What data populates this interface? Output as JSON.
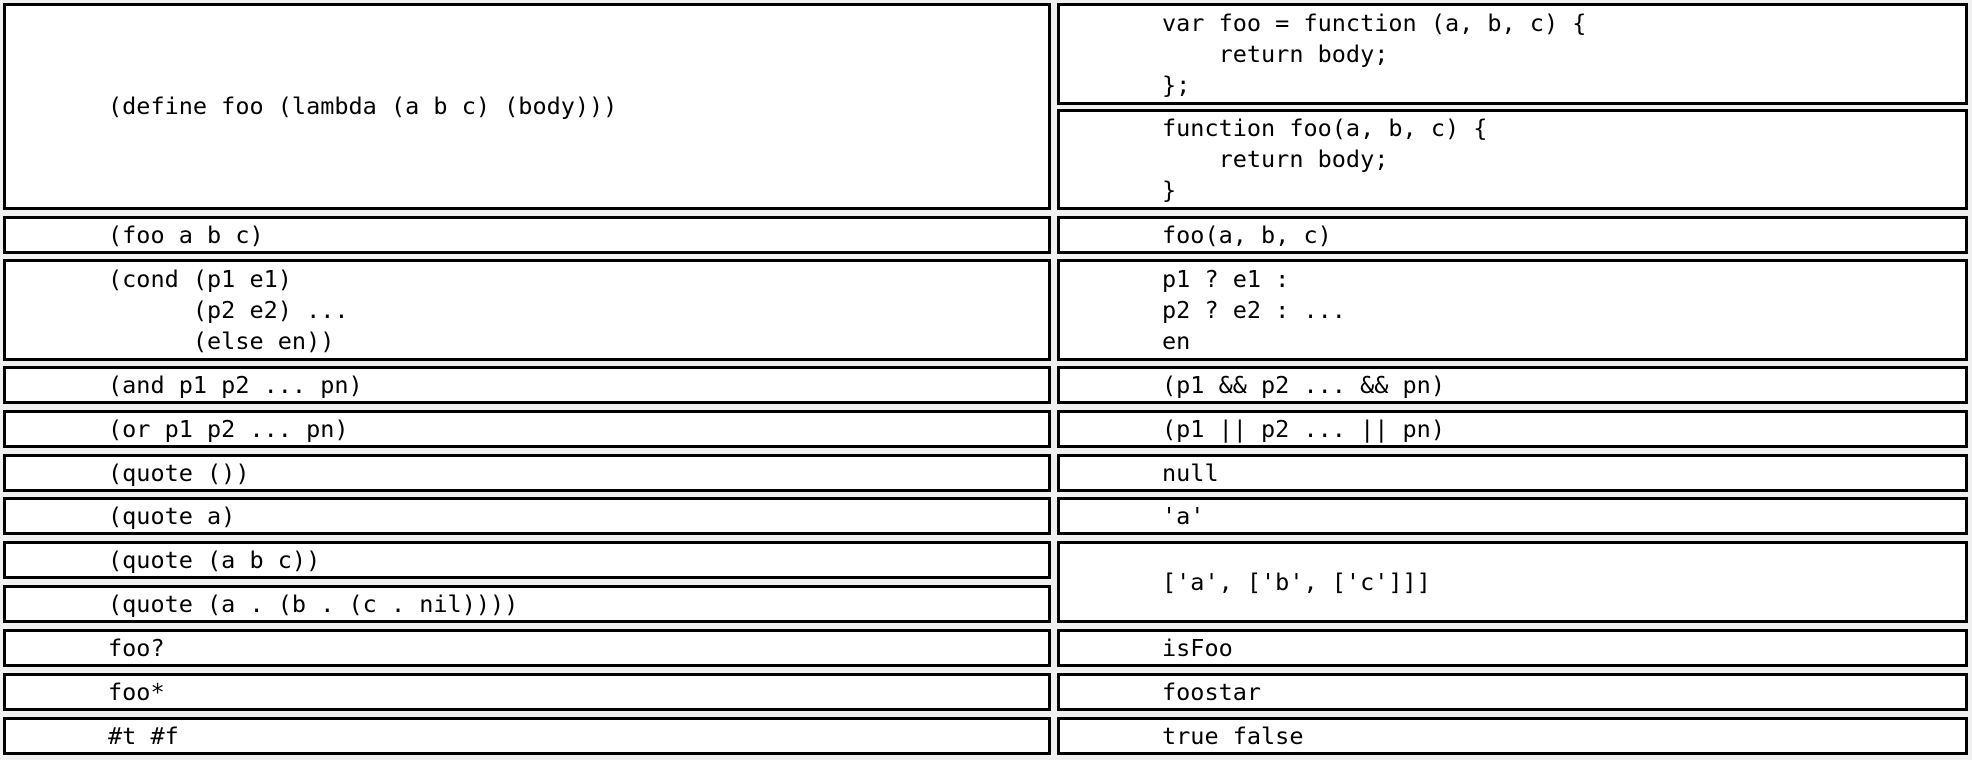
{
  "rows": [
    {
      "left": [
        "(define foo (lambda (a b c) (body)))"
      ],
      "right_a": [
        "var foo = function (a, b, c) {",
        "    return body;",
        "};"
      ],
      "right_b": [
        "function foo(a, b, c) {",
        "    return body;",
        "}"
      ]
    },
    {
      "left": [
        "(foo a b c)"
      ],
      "right": [
        "foo(a, b, c)"
      ]
    },
    {
      "left": [
        "(cond (p1 e1)",
        "      (p2 e2) ...",
        "      (else en))"
      ],
      "right": [
        "p1 ? e1 :",
        "p2 ? e2 : ...",
        "en"
      ]
    },
    {
      "left": [
        "(and p1 p2 ... pn)"
      ],
      "right": [
        "(p1 && p2 ... && pn)"
      ]
    },
    {
      "left": [
        "(or p1 p2 ... pn)"
      ],
      "right": [
        "(p1 || p2 ... || pn)"
      ]
    },
    {
      "left": [
        "(quote ())"
      ],
      "right": [
        "null"
      ]
    },
    {
      "left": [
        "(quote a)"
      ],
      "right": [
        "'a'"
      ]
    },
    {
      "left_a": [
        "(quote (a b c))"
      ],
      "left_b": [
        "(quote (a . (b . (c . nil))))"
      ],
      "right": [
        "['a', ['b', ['c']]]"
      ]
    },
    {
      "left": [
        "foo?"
      ],
      "right": [
        "isFoo"
      ]
    },
    {
      "left": [
        "foo*"
      ],
      "right": [
        "foostar"
      ]
    },
    {
      "left": [
        "#t #f"
      ],
      "right": [
        "true false"
      ]
    }
  ]
}
